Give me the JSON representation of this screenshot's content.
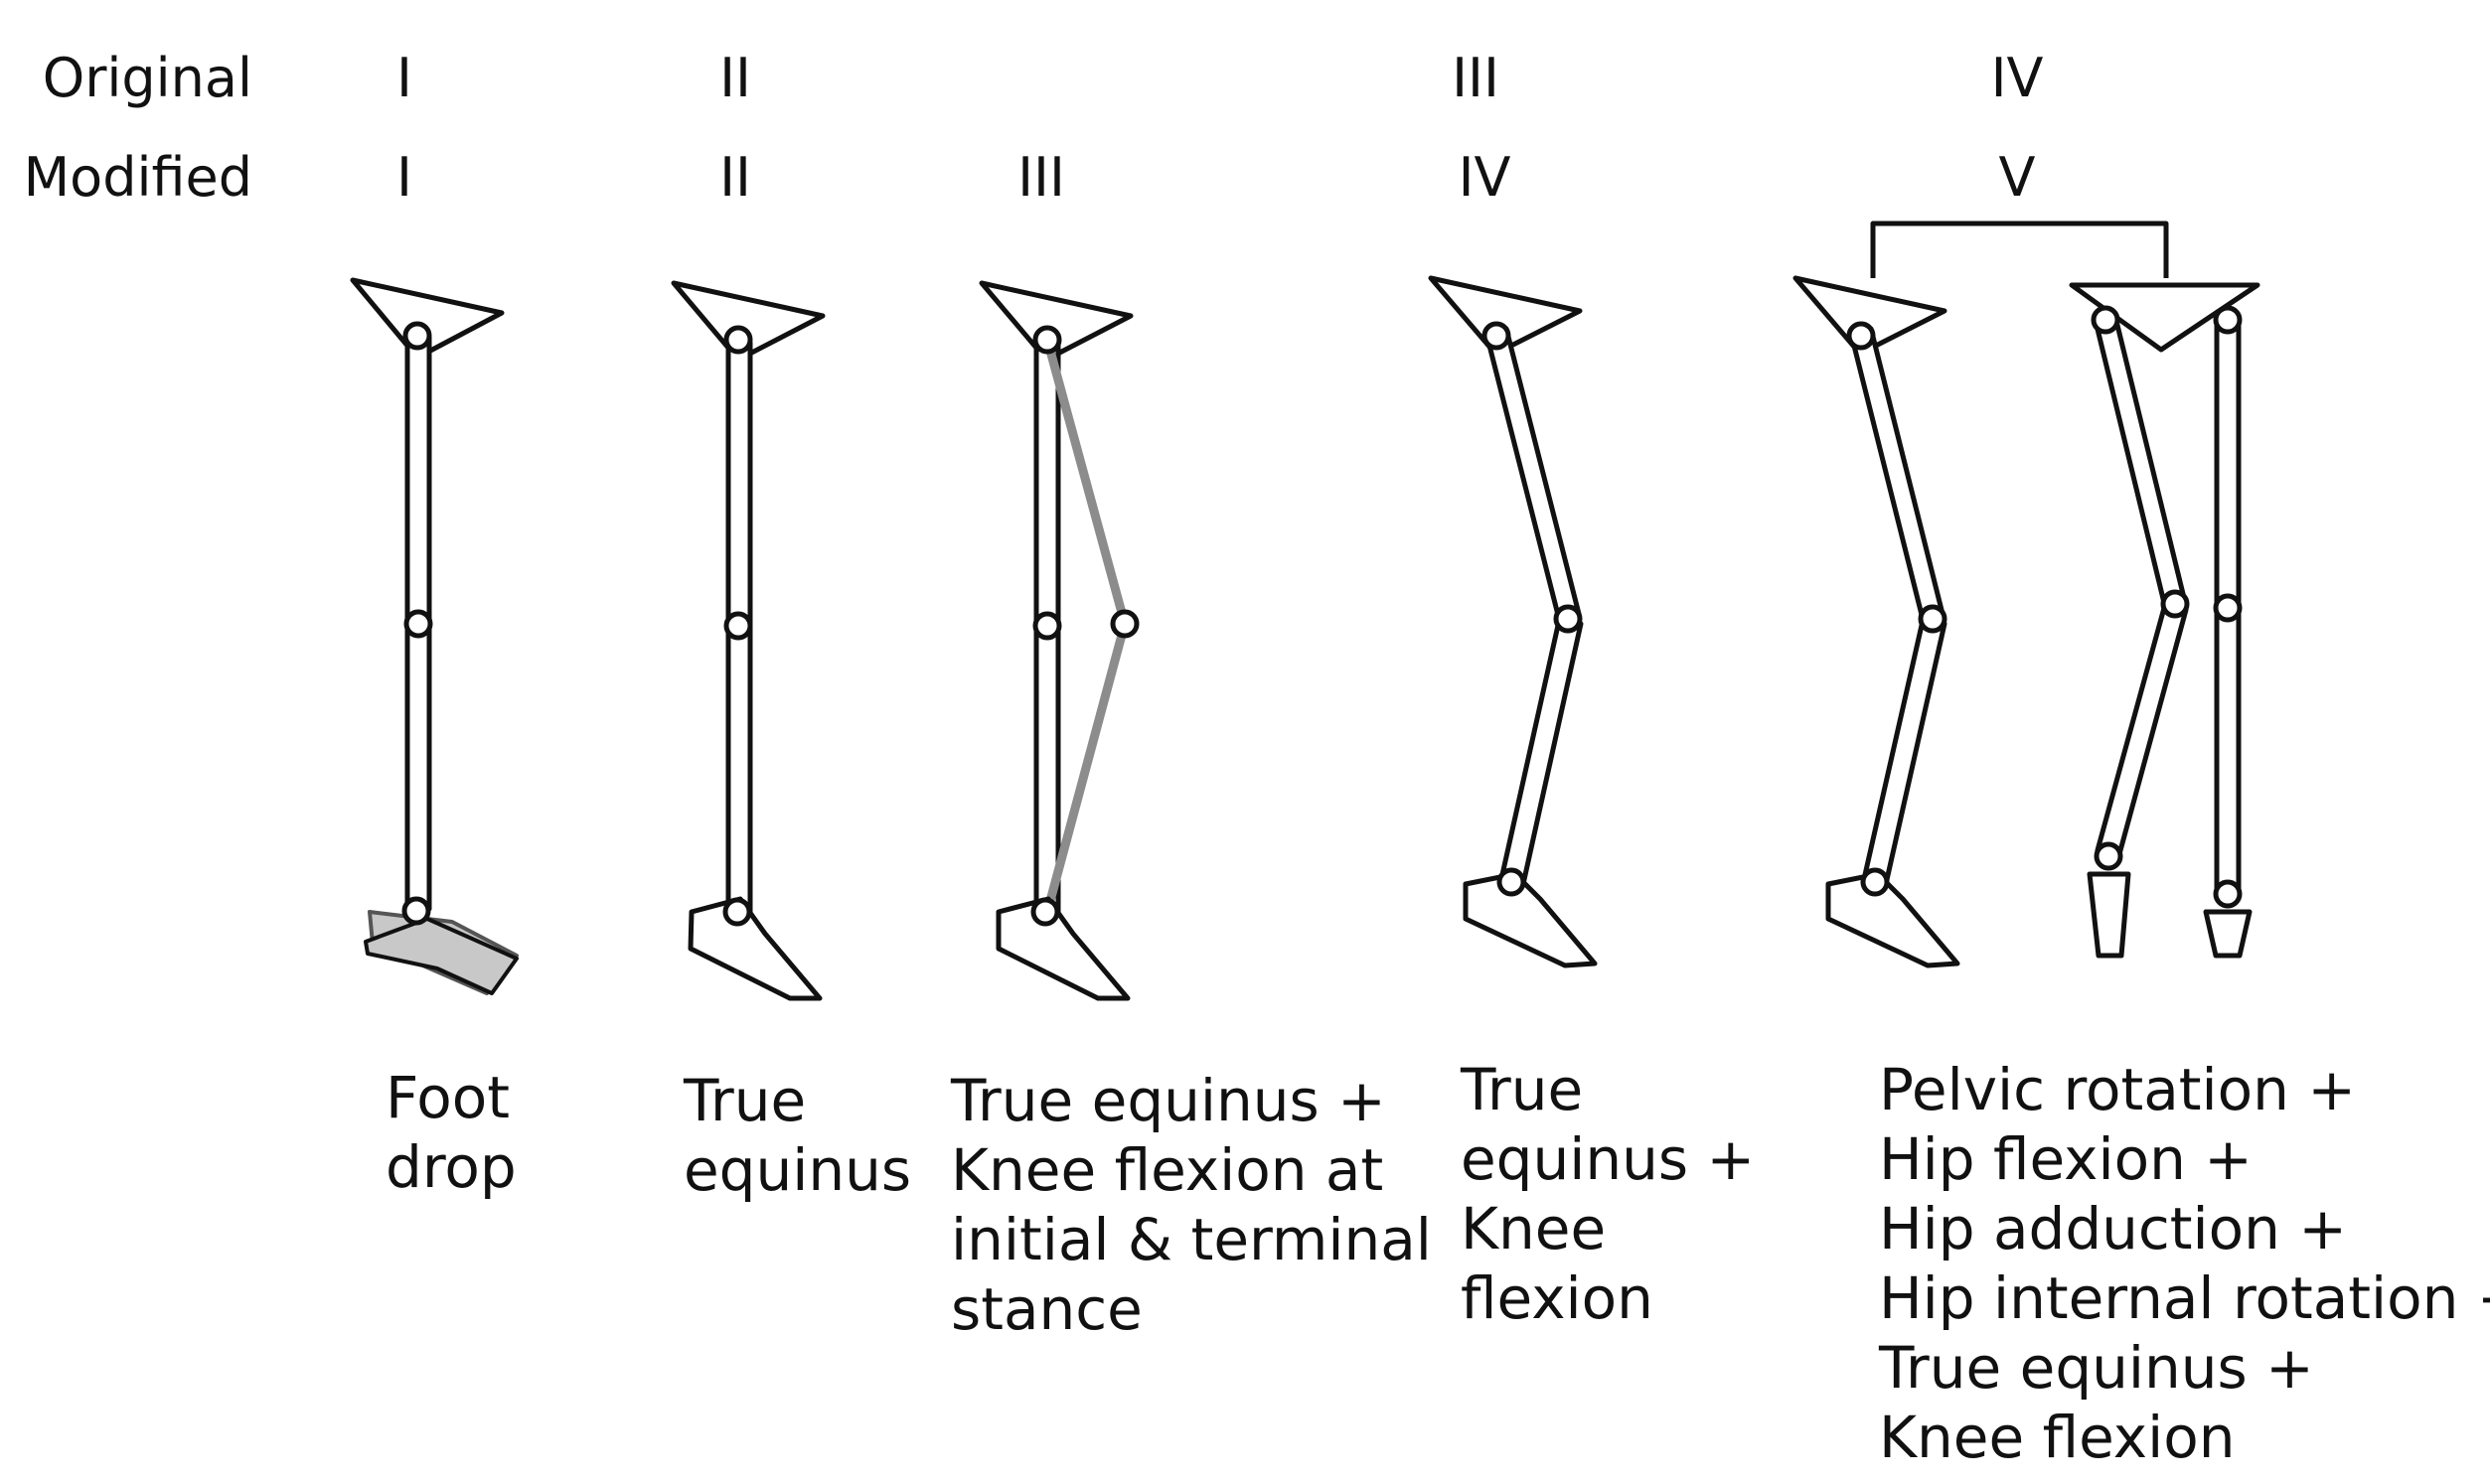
{
  "rows": {
    "original_label": "Original",
    "modified_label": "Modified"
  },
  "original_numerals": [
    "I",
    "II",
    "III",
    "IV"
  ],
  "modified_numerals": [
    "I",
    "II",
    "III",
    "IV",
    "V"
  ],
  "captions": [
    [
      "Foot",
      "drop"
    ],
    [
      "True",
      "equinus"
    ],
    [
      "True equinus +",
      "Knee flexion at",
      "initial & terminal",
      "stance"
    ],
    [
      "True",
      "equinus +",
      "Knee",
      "flexion"
    ],
    [
      "Pelvic rotation +",
      "Hip flexion +",
      "Hip adduction +",
      "Hip internal rotation +",
      "True equinus +",
      "Knee flexion"
    ]
  ],
  "colors": {
    "stroke": "#111111",
    "highlight": "#8c8c8c",
    "foot_fill": "#c8c8c8"
  }
}
